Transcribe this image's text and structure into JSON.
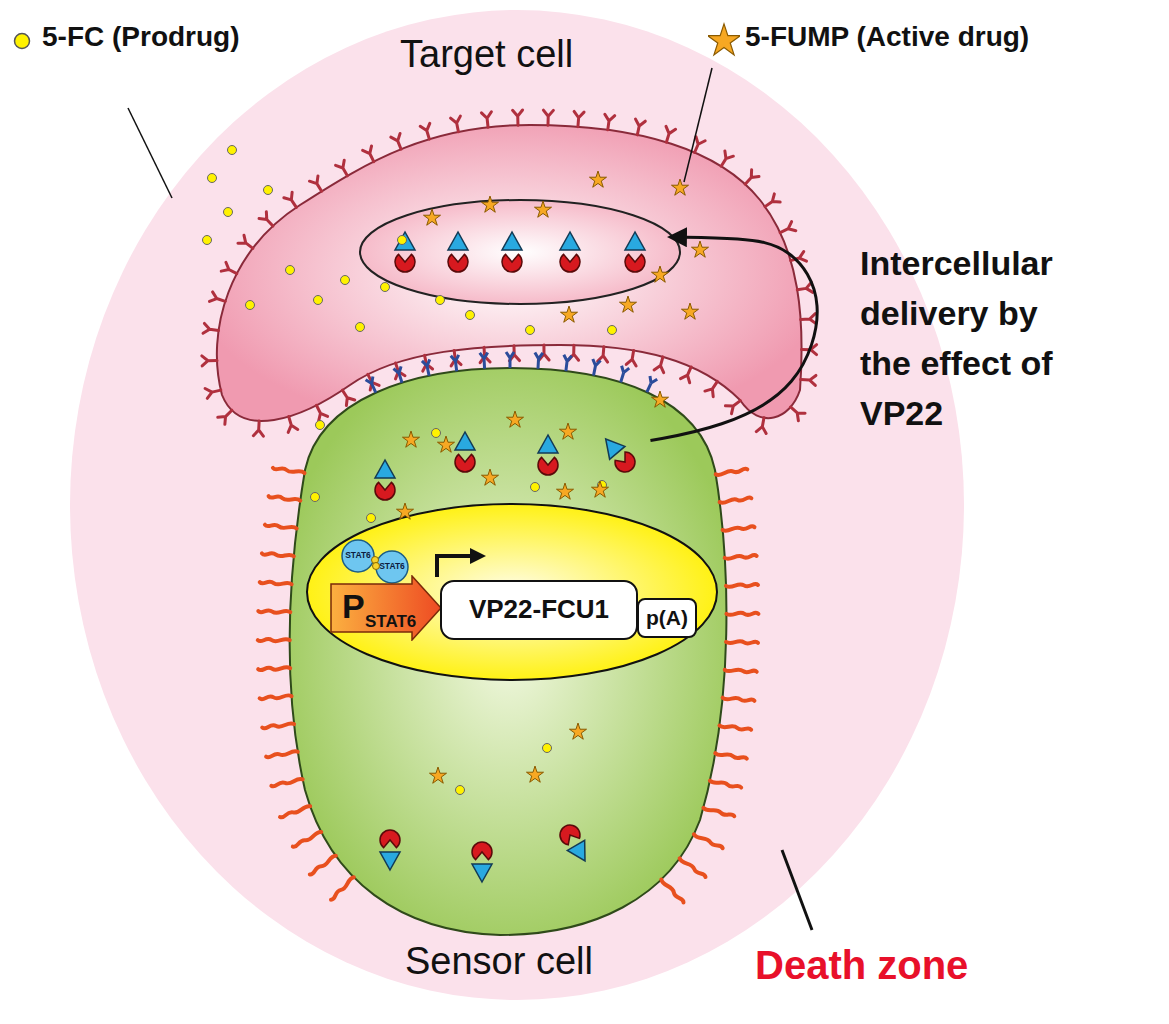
{
  "diagram": {
    "nodes": [
      {
        "text": [
          "Death zone"
        ]
      },
      {
        "text": [
          "Target cell"
        ],
        "in": 0
      },
      {
        "text": [
          "Sensor cell"
        ],
        "in": 0
      },
      {
        "text": [
          "P",
          "STAT6"
        ],
        "in": 2
      },
      {
        "text": [
          "VP22-FCU1"
        ],
        "in": 2
      },
      {
        "text": [
          "p(A)"
        ],
        "in": 2
      }
    ],
    "edges": [
      {
        "from": 2,
        "to": 1,
        "arrow": "to"
      }
    ],
    "labels": [
      "Intercellular delivery by the effect of VP22",
      "STAT6",
      "STAT6"
    ],
    "legend": [
      {
        "text": "5-FC (Prodrug)"
      },
      {
        "text": "5-FUMP (Active drug)"
      }
    ]
  }
}
